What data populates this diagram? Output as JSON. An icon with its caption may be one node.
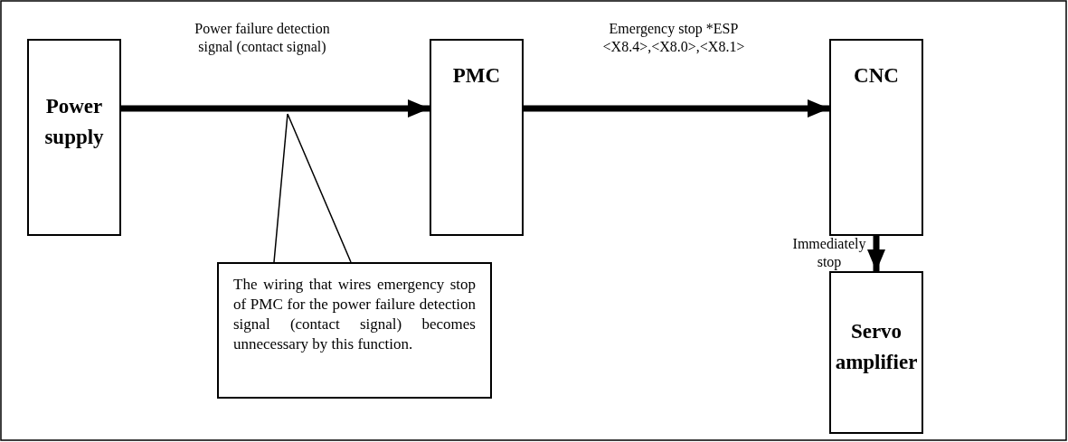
{
  "diagram": {
    "nodes": [
      {
        "text": [
          "Power supply"
        ]
      },
      {
        "text": [
          "PMC"
        ]
      },
      {
        "text": [
          "CNC"
        ]
      },
      {
        "text": [
          "Servo amplifier"
        ]
      },
      {
        "text": [
          "The wiring that wires emergency stop of PMC for the power failure detection signal (contact signal) becomes unnecessary by this function."
        ]
      }
    ],
    "edges": [
      {
        "from": 0,
        "to": 1,
        "arrow": "to",
        "label": "Power failure detection signal (contact signal)"
      },
      {
        "from": 1,
        "to": 2,
        "arrow": "to",
        "label": "Emergency stop *ESP <X8.4>,<X8.0>,<X8.1>"
      },
      {
        "from": 2,
        "to": 3,
        "arrow": "to",
        "label": "Immediately stop"
      },
      {
        "from": 4,
        "to": null,
        "arrow": "none"
      }
    ]
  }
}
